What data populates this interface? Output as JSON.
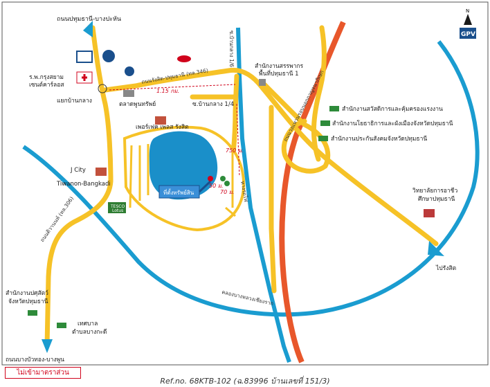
{
  "roads": {
    "pathum_bangphun": "ถนนปทุมธานี-บางปะหัน",
    "rangsit_pathum": "ถนนรังสิต-ปทุมธานี (ทล.346)",
    "tiwanon": "ถนนติวานนท์ (ทล.306)",
    "bangkhuwat": "ถนนบางบัวทอง-บางพูน",
    "ban_klang_1_6": "ซ.บ้านกลาง 1/6",
    "ban_klang_1_4": "ซ.บ้านกลาง 1/4",
    "to_rangsit": "ไปรังสิต",
    "canal": "คลองบางหลวงเชียงราก",
    "rail": "ทางรถไฟ",
    "expressway": "ถนนวงแหวนรอบนอกกาญจนาภิเษก"
  },
  "places": {
    "hospital": "ร.พ.กรุงสยาม\nเซนต์คาร์ลอส",
    "junction": "แยกบ้านกลาง",
    "market": "ตลาดพูนทรัพย์",
    "perfect_place": "เพอร์เฟค เพลส รังสิต",
    "jcity_1": "J City",
    "jcity_2": "Tiwanon-Bangkadi",
    "lotus_1": "TESCO",
    "lotus_2": "Lotus",
    "revenue_1": "สำนักงานสรรพากร",
    "revenue_2": "พื้นที่ปทุมธานี 1",
    "labour": "สำนักงานสวัสดิการและคุ้มครองแรงงาน",
    "town_planning": "สำนักงานโยธาธิการและผังเมืองจังหวัดปทุมธานี",
    "social_security": "สำนักงานประกันสังคมจังหวัดปทุมธานี",
    "college_1": "วิทยาลัยการอาชีว",
    "college_2": "ศึกษาปทุมธานี",
    "livestock_1": "สำนักงานปศุสัตว์",
    "livestock_2": "จังหวัดปทุมธานี",
    "municipality_1": "เทศบาล",
    "municipality_2": "ตำบลบางกะดี",
    "property": "ที่ตั้งทรัพย์สิน"
  },
  "distances": {
    "d1": "1.15 กม.",
    "d2": "750 ม.",
    "d3": "50 ม.",
    "d4": "70 ม."
  },
  "logo": {
    "letters": "GPV",
    "north": "N"
  },
  "footer": {
    "not_to_scale": "ไม่เข้ามาตราส่วน",
    "ref": "Ref.no. 68KTB-102 (ฉ.83996 บ้านเลขที่ 151/3)"
  },
  "colors": {
    "road": "#f6c227",
    "canal": "#1a9cd0",
    "expressway": "#e8572b",
    "water": "#1a8fc9",
    "property": "#3a8fd8",
    "distance": "#d0021b",
    "building": "#2e8b3a"
  }
}
